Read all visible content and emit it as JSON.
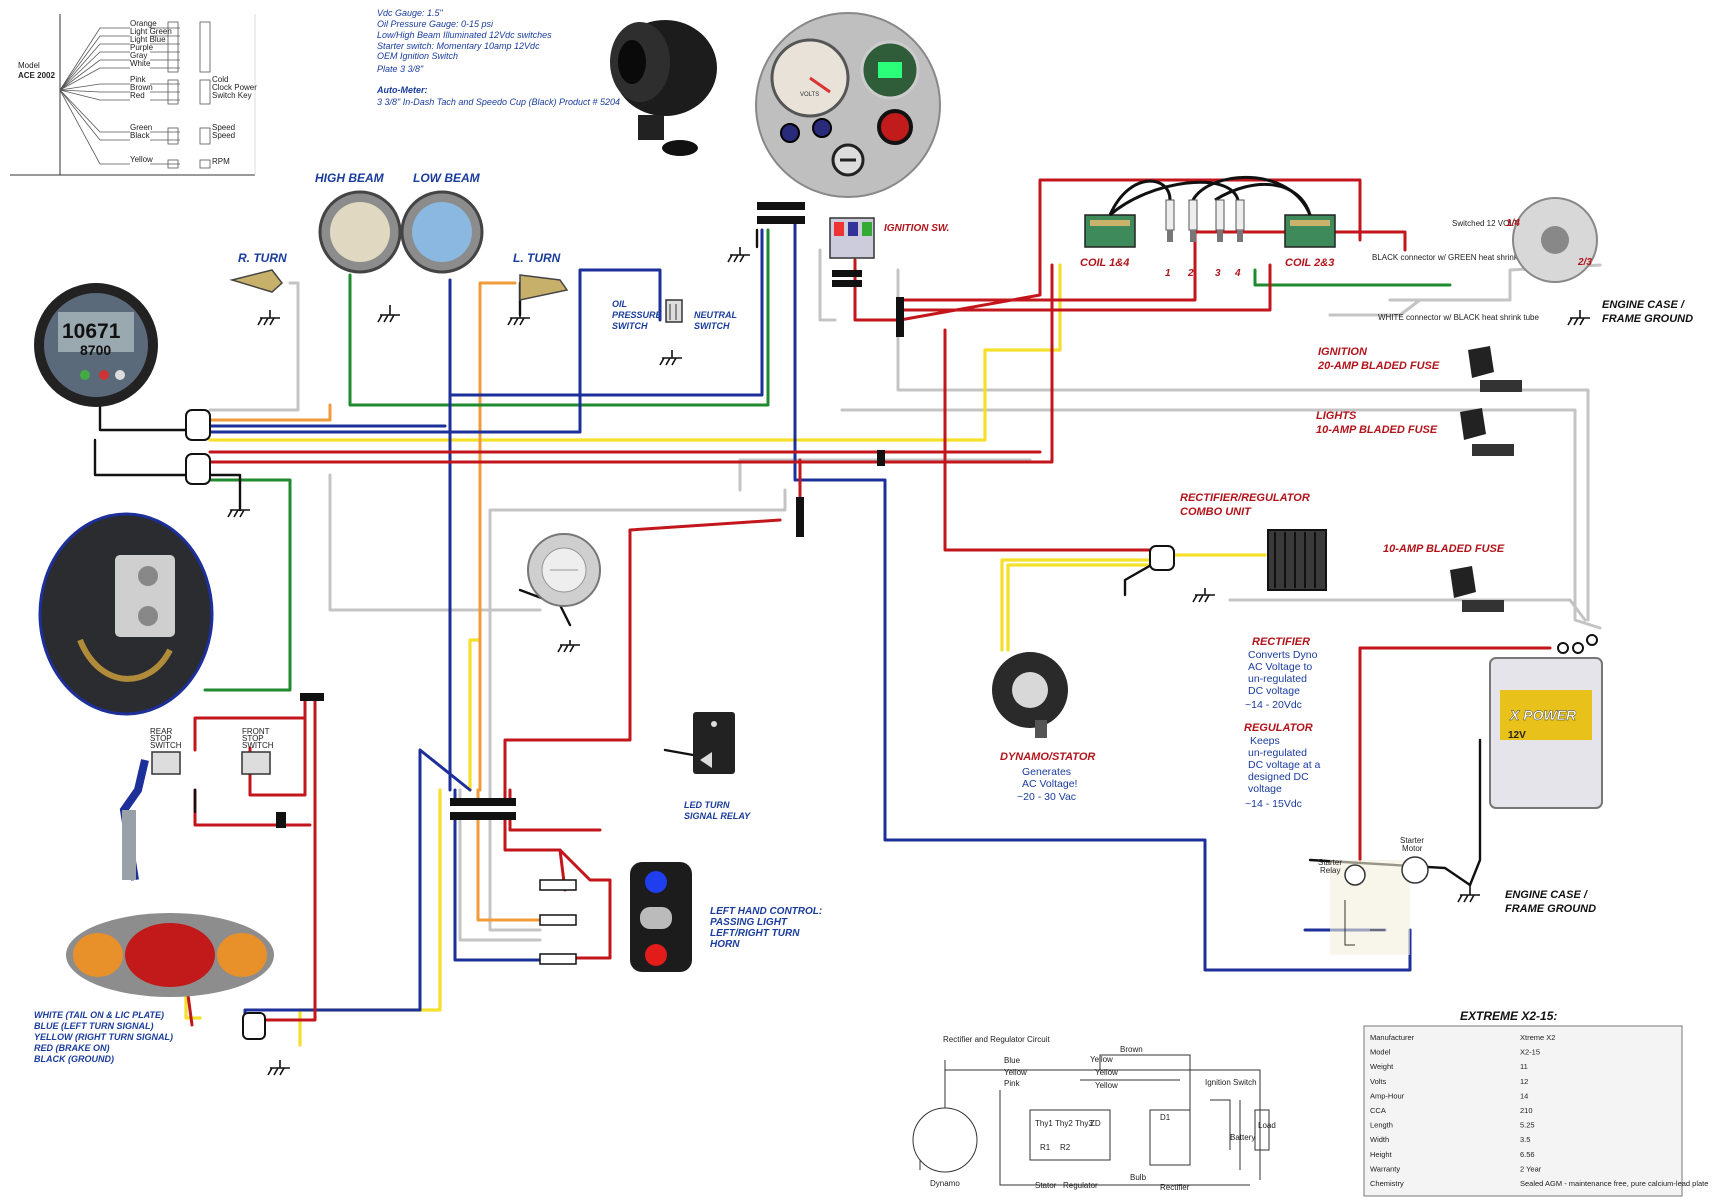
{
  "gauge_specs": {
    "lines": [
      "Vdc Gauge: 1.5\"",
      "Oil Pressure Gauge: 0-15 psi",
      "Low/High Beam Illuminated 12Vdc switches",
      "Starter switch: Momentary 10amp 12Vdc",
      "OEM Ignition Switch",
      "Plate 3 3/8\""
    ],
    "autometer_title": "Auto-Meter:",
    "autometer_product": "3 3/8\" In-Dash Tach and Speedo Cup (Black) Product # 5204"
  },
  "switch_chart": {
    "model_label": "Model",
    "model_value": "ACE 2002",
    "wires": [
      "Orange",
      "Light Green",
      "Light Blue",
      "Purple",
      "Gray",
      "White",
      "Pink",
      "Brown",
      "Red",
      "Green",
      "Black",
      "Yellow"
    ],
    "functions": [
      "Cold",
      "Clock Power",
      "Switch Key",
      "Speed",
      "Speed",
      "RPM"
    ]
  },
  "labels": {
    "high_beam": "HIGH BEAM",
    "low_beam": "LOW BEAM",
    "r_turn": "R. TURN",
    "l_turn": "L. TURN",
    "oil_pressure_switch": [
      "OIL",
      "PRESSURE",
      "SWITCH"
    ],
    "neutral_switch": [
      "NEUTRAL",
      "SWITCH"
    ],
    "ignition_sw": "IGNITION SW.",
    "coil_14": "COIL 1&4",
    "coil_23": "COIL 2&3",
    "plug_numbers": [
      "1",
      "2",
      "3",
      "4"
    ],
    "pickup_top": "1/4",
    "pickup_side": "2/3",
    "engine_case_top": [
      "ENGINE CASE /",
      "FRAME GROUND"
    ],
    "ignition_fuse": [
      "IGNITION",
      "20-AMP BLADED FUSE"
    ],
    "lights_fuse": [
      "LIGHTS",
      "10-AMP BLADED FUSE"
    ],
    "rectifier_regulator": [
      "RECTIFIER/REGULATOR",
      "COMBO UNIT"
    ],
    "fuse_10a": "10-AMP BLADED FUSE",
    "rectifier_title": "RECTIFIER",
    "rectifier_body": [
      "Converts Dyno",
      "AC Voltage to",
      "un-regulated",
      "DC voltage",
      "~14 - 20Vdc"
    ],
    "regulator_title": "REGULATOR",
    "regulator_body": [
      "Keeps",
      "un-regulated",
      "DC voltage at a",
      "designed DC",
      "voltage",
      "~14 - 15Vdc"
    ],
    "dynamo_title": "DYNAMO/STATOR",
    "dynamo_body": [
      "Generates",
      "AC Voltage!",
      "~20 - 30 Vac"
    ],
    "led_relay": [
      "LED TURN",
      "SIGNAL RELAY"
    ],
    "left_hand_control": [
      "LEFT HAND CONTROL:",
      "PASSING LIGHT",
      "LEFT/RIGHT TURN",
      "HORN"
    ],
    "engine_case_bottom": [
      "ENGINE CASE /",
      "FRAME GROUND"
    ],
    "rear_stop": [
      "REAR",
      "STOP",
      "SWITCH"
    ],
    "front_stop": [
      "FRONT",
      "STOP",
      "SWITCH"
    ],
    "tail_legend": [
      "WHITE (TAIL ON & LIC PLATE)",
      "BLUE (LEFT TURN SIGNAL)",
      "YELLOW (RIGHT TURN SIGNAL)",
      "RED (BRAKE ON)",
      "BLACK (GROUND)"
    ],
    "starter_relay": [
      "Starter",
      "Relay"
    ],
    "starter_motor": [
      "Starter",
      "Motor"
    ],
    "tacho_readout": "10671",
    "tacho_readout2": "8700",
    "volts_label": "VOLTS",
    "coil_tag_1": "Switched 12 VOLTS",
    "coil_tag_2": "BLACK connector w/ GREEN heat shrink tube",
    "coil_tag_3": "WHITE connector w/ BLACK heat shrink tube"
  },
  "rr_circuit": {
    "title": "Rectifier and Regulator Circuit",
    "wire_labels": [
      "Brown",
      "Yellow",
      "Yellow",
      "Yellow",
      "Blue",
      "Yellow",
      "Pink"
    ],
    "part_labels": [
      "Dynamo",
      "Stator",
      "Regulator",
      "Rectifier",
      "Ignition Switch",
      "Battery",
      "Load",
      "Bulb",
      "Thy1",
      "Thy2",
      "Thy3",
      "ZD",
      "R1",
      "R2",
      "D1"
    ]
  },
  "battery_specs": {
    "title": "EXTREME X2-15:",
    "rows": [
      {
        "k": "Manufacturer",
        "v": "Xtreme X2"
      },
      {
        "k": "Model",
        "v": "X2-15"
      },
      {
        "k": "Weight",
        "v": "11"
      },
      {
        "k": "Volts",
        "v": "12"
      },
      {
        "k": "Amp-Hour",
        "v": "14"
      },
      {
        "k": "CCA",
        "v": "210"
      },
      {
        "k": "Length",
        "v": "5.25"
      },
      {
        "k": "Width",
        "v": "3.5"
      },
      {
        "k": "Height",
        "v": "6.56"
      },
      {
        "k": "Warranty",
        "v": "2 Year"
      },
      {
        "k": "Chemistry",
        "v": "Sealed AGM - maintenance free, pure calcium-lead plate"
      }
    ]
  },
  "battery_brand": "X POWER",
  "battery_volt": "12V",
  "colors": {
    "red": "#c2161c",
    "yellow": "#f4e02a",
    "blue": "#1d2f98",
    "green": "#1f8a2f",
    "gray": "#c2c2c2",
    "orange": "#f09a3a",
    "black": "#111111",
    "label_red": "#b3141b",
    "label_blue": "#1a3c9c"
  }
}
